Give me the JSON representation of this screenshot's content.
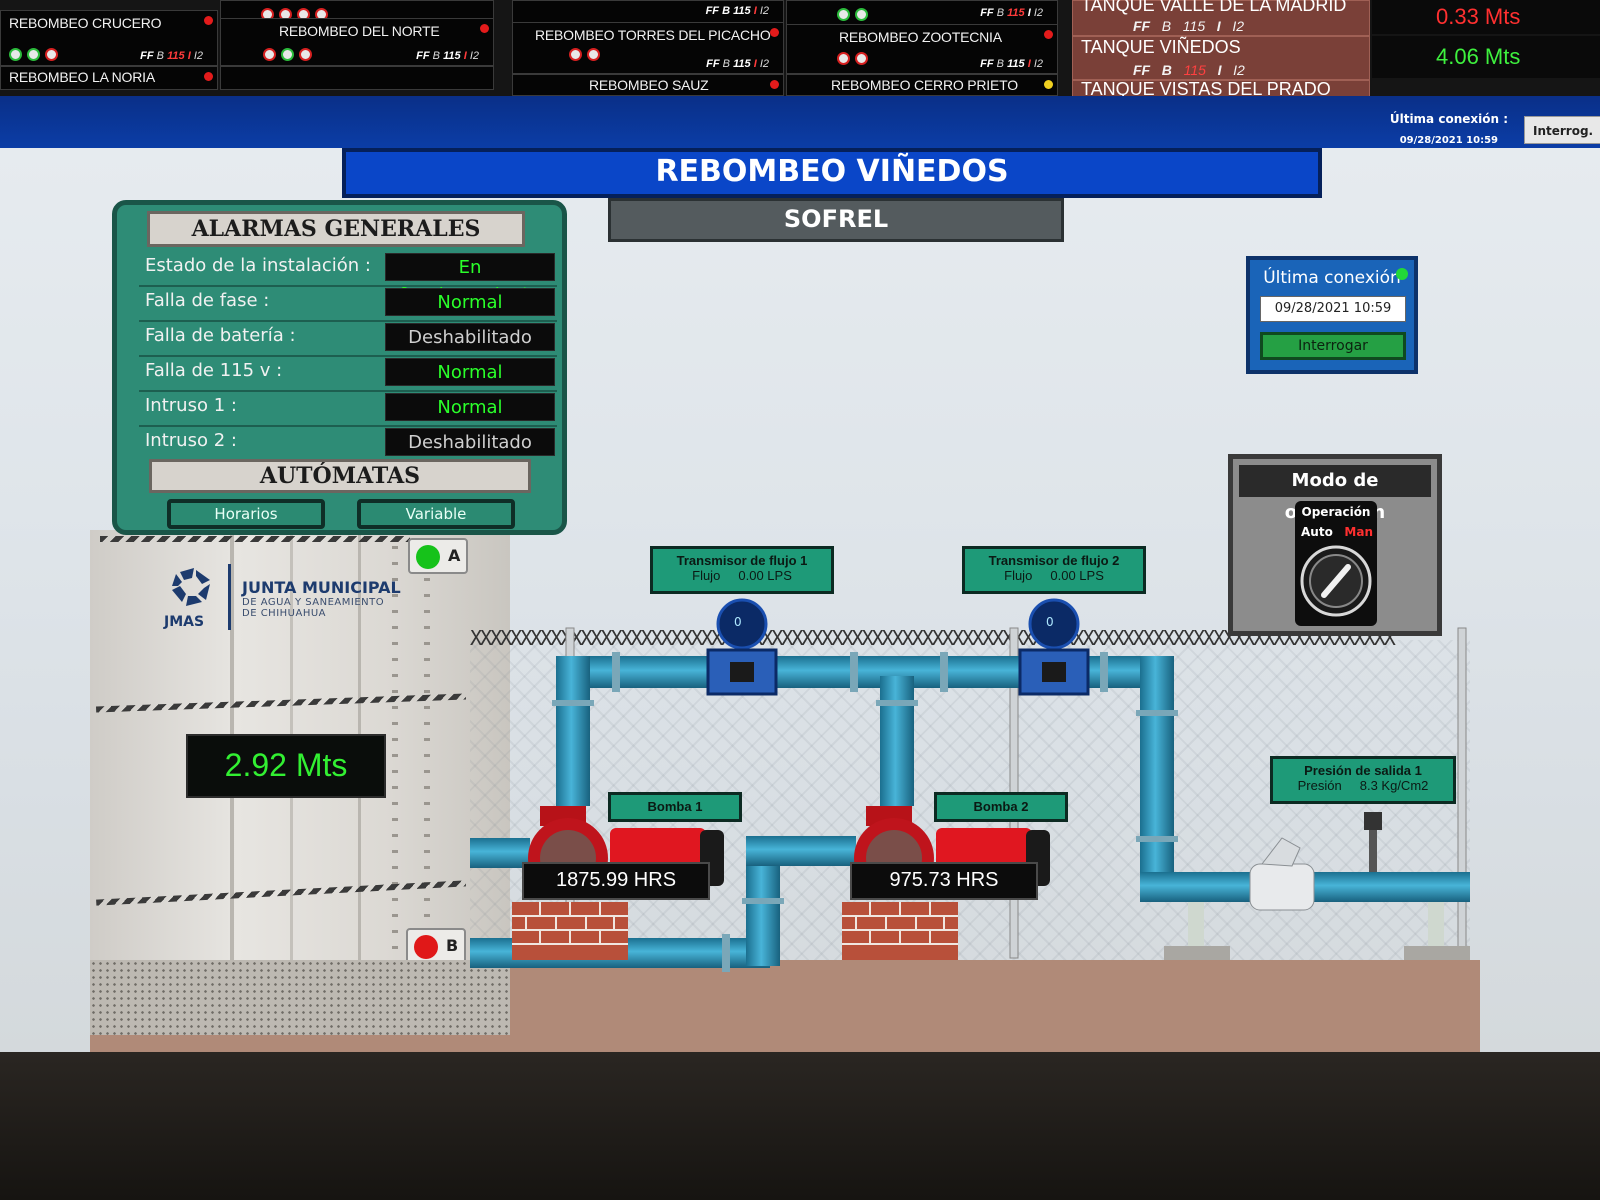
{
  "stations": [
    {
      "name": "REBOMBEO CRUCERO",
      "codes": [
        "FF",
        "B",
        "115",
        "I",
        "I2"
      ],
      "pumps": [
        "g",
        "g",
        "r"
      ]
    },
    {
      "name": "REBOMBEO DEL NORTE",
      "codes": [
        "FF",
        "B",
        "115",
        "I",
        "I2"
      ],
      "pumps": [
        "r",
        "g",
        "r"
      ]
    },
    {
      "name": "REBOMBEO TORRES DEL PICACHO",
      "codes": [
        "FF",
        "B",
        "115",
        "I",
        "I2"
      ],
      "pumps": [
        "r",
        "r"
      ]
    },
    {
      "name": "REBOMBEO ZOOTECNIA",
      "codes": [
        "FF",
        "B",
        "115",
        "I",
        "I2"
      ],
      "pumps": [
        "r",
        "r"
      ]
    },
    {
      "name": "REBOMBEO LA NORIA",
      "codes": [],
      "pumps": []
    },
    {
      "name": "REBOMBEO SAUZ",
      "codes": [],
      "pumps": []
    },
    {
      "name": "REBOMBEO CERRO PRIETO",
      "codes": [],
      "pumps": []
    }
  ],
  "tanks": [
    {
      "name": "TANQUE VALLE DE LA MADRID",
      "codes": [
        "FF",
        "B",
        "115",
        "I",
        "I2"
      ],
      "value": "0.33 Mts",
      "value_color": "#ff3030"
    },
    {
      "name": "TANQUE VIÑEDOS",
      "codes": [
        "FF",
        "B",
        "115",
        "I",
        "I2"
      ],
      "value": "4.06 Mts",
      "value_color": "#3ef03e"
    },
    {
      "name": "TANQUE VISTAS DEL PRADO",
      "codes": [],
      "value": "",
      "value_color": "#3ef03e"
    }
  ],
  "header": {
    "last_connection_label": "Última conexión :",
    "last_connection_date": "09/28/2021 10:59",
    "interrogate_button": "Interrog."
  },
  "title": "REBOMBEO VIÑEDOS",
  "subtitle": "SOFREL",
  "alarms": {
    "title": "ALARMAS GENERALES",
    "rows": [
      {
        "label": "Estado de la instalación :",
        "value": "En funcionamiento",
        "state": "green"
      },
      {
        "label": "Falla de fase :",
        "value": "Normal",
        "state": "green"
      },
      {
        "label": "Falla de batería :",
        "value": "Deshabilitado",
        "state": "gray"
      },
      {
        "label": "Falla de 115 v :",
        "value": "Normal",
        "state": "green"
      },
      {
        "label": "Intruso 1 :",
        "value": "Normal",
        "state": "green"
      },
      {
        "label": "Intruso 2 :",
        "value": "Deshabilitado",
        "state": "gray"
      }
    ],
    "automatas_title": "AUTÓMATAS",
    "buttons": [
      "Horarios",
      "Variable"
    ]
  },
  "logo": {
    "abbr": "JMAS",
    "name": "JUNTA MUNICIPAL",
    "line2": "DE AGUA Y SANEAMIENTO",
    "line3": "DE CHIHUAHUA"
  },
  "tank_level": "2.92 Mts",
  "level_indicators": [
    {
      "letter": "A",
      "color": "#16c21a"
    },
    {
      "letter": "B",
      "color": "#e01818"
    }
  ],
  "flow_transmitters": [
    {
      "title": "Transmisor de flujo 1",
      "label": "Flujo",
      "value": "0.00 LPS",
      "gauge": "0"
    },
    {
      "title": "Transmisor de flujo 2",
      "label": "Flujo",
      "value": "0.00 LPS",
      "gauge": "0"
    }
  ],
  "pumps": [
    {
      "name": "Bomba 1",
      "hours": "1875.99 HRS"
    },
    {
      "name": "Bomba 2",
      "hours": "975.73 HRS"
    }
  ],
  "pressure": {
    "title": "Presión de salida 1",
    "label": "Presión",
    "value": "8.3 Kg/Cm2"
  },
  "connection": {
    "title": "Última conexión",
    "date": "09/28/2021 10:59",
    "button": "Interrogar"
  },
  "mode": {
    "title": "Modo de operación",
    "op_label": "Operación",
    "auto": "Auto",
    "man": "Man"
  },
  "colors": {
    "pipe": "#2a8fb5",
    "pump_red": "#c8141c",
    "panel_green": "#2e8c76",
    "title_blue": "#0a46c8"
  }
}
